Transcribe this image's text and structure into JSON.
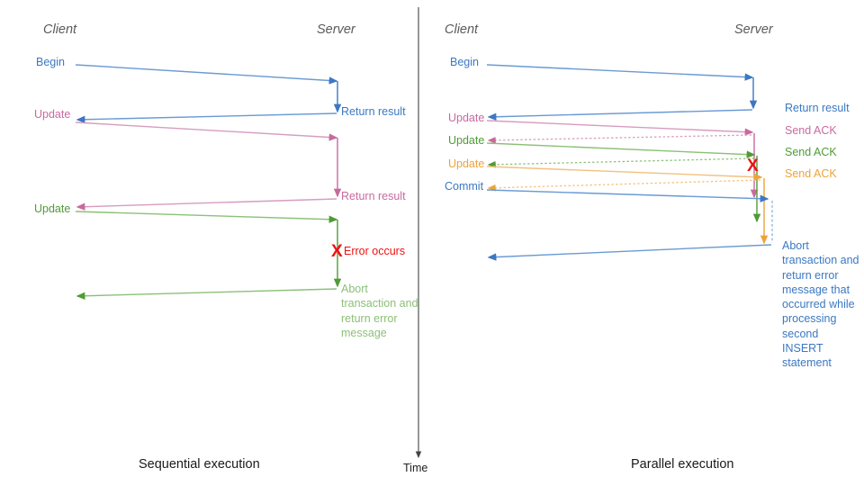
{
  "colors": {
    "blue": "#3b78c3",
    "blue_light": "#7aa7dd",
    "pink": "#c96a9e",
    "pink_light": "#d79cbe",
    "green": "#4f9b36",
    "green_light": "#8cc077",
    "orange": "#eda33a",
    "orange_light": "#f3c07e",
    "red": "#ee1111",
    "gray": "#5a5a5a",
    "black": "#1a1a1a",
    "axis": "#444444"
  },
  "time_axis": {
    "label": "Time"
  },
  "left": {
    "caption": "Sequential execution",
    "lanes": {
      "client": "Client",
      "server": "Server"
    },
    "client_messages": [
      {
        "label": "Begin",
        "color_key": "blue"
      },
      {
        "label": "Update",
        "color_key": "pink"
      },
      {
        "label": "Update",
        "color_key": "green"
      }
    ],
    "server_messages": [
      {
        "label": "Return result",
        "color_key": "blue"
      },
      {
        "label": "Return result",
        "color_key": "pink"
      },
      {
        "label": "Error occurs",
        "color_key": "red"
      }
    ],
    "abort_block": "Abort transaction and return error message",
    "error_marker": "X"
  },
  "right": {
    "caption": "Parallel execution",
    "lanes": {
      "client": "Client",
      "server": "Server"
    },
    "client_messages": [
      {
        "label": "Begin",
        "color_key": "blue"
      },
      {
        "label": "Update",
        "color_key": "pink"
      },
      {
        "label": "Update",
        "color_key": "green"
      },
      {
        "label": "Update",
        "color_key": "orange"
      },
      {
        "label": "Commit",
        "color_key": "blue"
      }
    ],
    "server_messages": [
      {
        "label": "Return result",
        "color_key": "blue"
      },
      {
        "label": "Send ACK",
        "color_key": "pink"
      },
      {
        "label": "Send ACK",
        "color_key": "green"
      },
      {
        "label": "Send ACK",
        "color_key": "orange"
      }
    ],
    "abort_block": "Abort transaction and return error message that occurred while processing second INSERT statement",
    "error_marker": "X"
  }
}
